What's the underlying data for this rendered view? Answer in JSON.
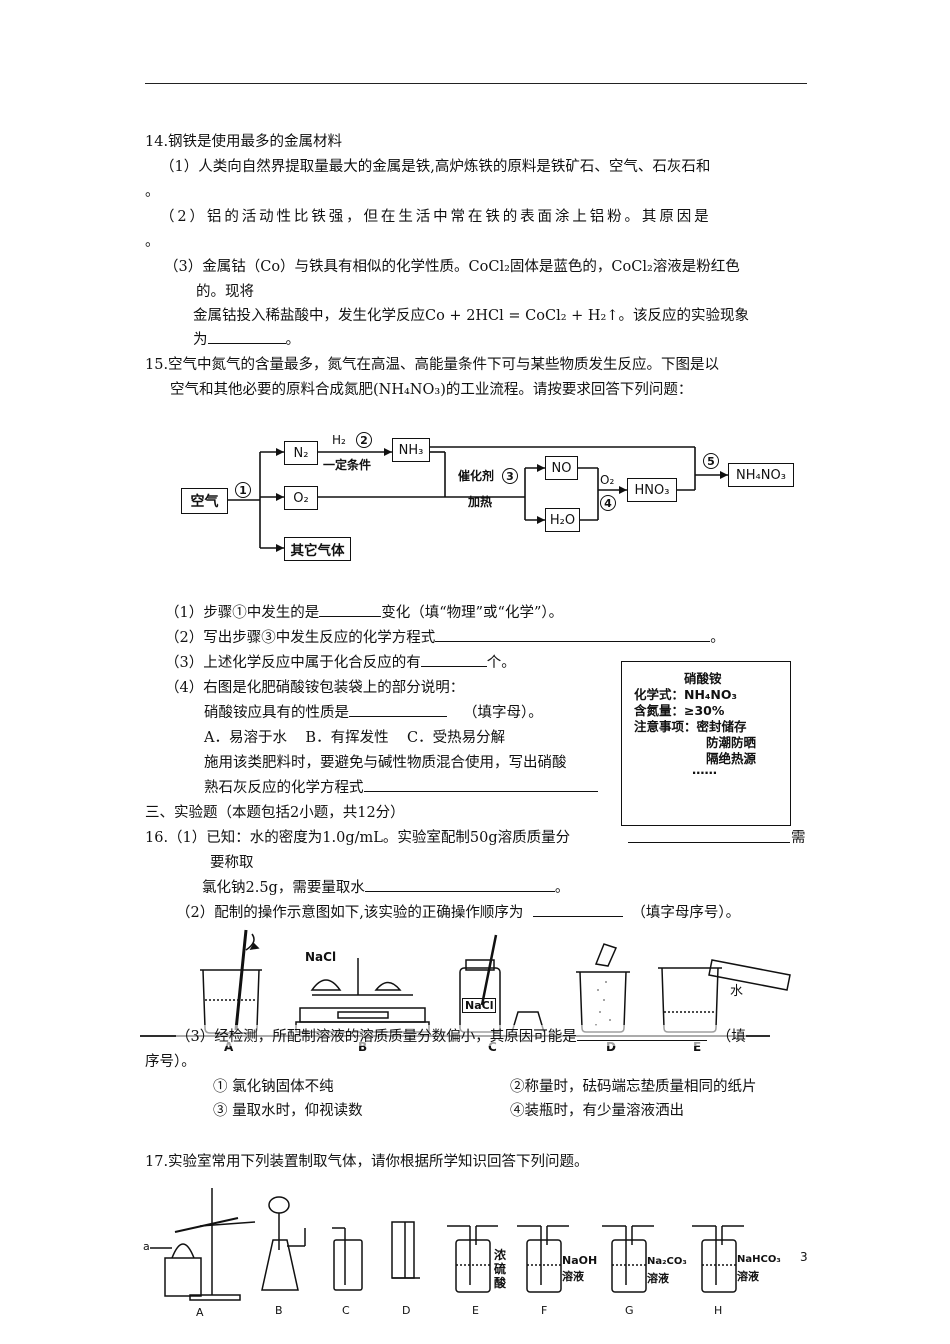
{
  "q14": {
    "title": "14.钢铁是使用最多的金属材料",
    "p1": "（1）人类向自然界提取量最大的金属是铁,高炉炼铁的原料是铁矿石、空气、石灰石和",
    "p1_end": "。",
    "p2": "（2）铝的活动性比铁强，但在生活中常在铁的表面涂上铝粉。其原因是",
    "p2_end": "。",
    "p3_a": "（3）金属钴（Co）与铁具有相似的化学性质。CoCl₂固体是蓝色的，CoCl₂溶液是粉红色",
    "p3_b": "的。现将",
    "p3_c": "金属钴投入稀盐酸中，发生化学反应Co + 2HCl = CoCl₂ + H₂↑。该反应的实验现象",
    "p3_d": "为",
    "p3_d_end": "。"
  },
  "q15": {
    "line1": "15.空气中氮气的含量最多，氮气在高温、高能量条件下可与某些物质发生反应。下图是以",
    "line2": "空气和其他必要的原料合成氮肥(NH₄NO₃)的工业流程。请按要求回答下列问题：",
    "flow": {
      "air": "空气",
      "n2": "N₂",
      "o2": "O₂",
      "other": "其它气体",
      "nh3": "NH₃",
      "no": "NO",
      "h2o": "H₂O",
      "hno3": "HNO₃",
      "nh4no3": "NH₄NO₃",
      "h2": "H₂",
      "cond": "一定条件",
      "catalyst": "催化剂",
      "heat": "加热",
      "o2_label": "O₂",
      "s1": "1",
      "s2": "2",
      "s3": "3",
      "s4": "4",
      "s5": "5"
    },
    "a1": "（1）步骤①中发生的是",
    "a1_end": "变化（填“物理”或“化学”）。",
    "a2": "（2）写出步骤③中发生反应的化学方程式",
    "a2_end": "。",
    "a3": "（3）上述化学反应中属于化合反应的有",
    "a3_end": "个。",
    "a4": "（4）右图是化肥硝酸铵包装袋上的部分说明：",
    "a4_b": "硝酸铵应具有的性质是",
    "a4_b_end": "（填字母）。",
    "a4_opts": "A．易溶于水    B．有挥发性    C．受热易分解",
    "a4_c": "施用该类肥料时，要避免与碱性物质混合使用，写出硝酸",
    "a4_d": "熟石灰反应的化学方程式",
    "label": {
      "title": "硝酸铵",
      "formula": "化学式：NH₄NO₃",
      "nitrogen": "含氮量：≥30%",
      "notes": "注意事项：密封储存",
      "note2": "防潮防晒",
      "note3": "隔绝热源",
      "dots": "……"
    }
  },
  "section3": "三、实验题（本题包括2小题，共12分）",
  "q16": {
    "l1": "16.（1）已知：水的密度为1.0g/mL。实验室配制50g溶质质量分",
    "l1_end": "需",
    "l2": "要称取",
    "l3": "氯化钠2.5g，需要量取水",
    "l3_end": "。",
    "l4": "（2）配制的操作示意图如下,该实验的正确操作顺序为",
    "l4_end": "（填字母序号）。",
    "fig": {
      "nacl1": "NaCl",
      "nacl2": "NaCl",
      "water": "水",
      "a": "A",
      "b": "B",
      "c": "C",
      "d": "D",
      "e": "E"
    },
    "l5": "（3）经检测，所配制溶液的溶质质量分数偏小，其原因可能是",
    "l5_end": "（填",
    "l6": "序号）。",
    "o1": "① 氯化钠固体不纯",
    "o2": "②称量时，砝码端忘垫质量相同的纸片",
    "o3": "③ 量取水时，仰视读数",
    "o4": "④装瓶时，有少量溶液洒出"
  },
  "q17": {
    "title": "17.实验室常用下列装置制取气体，请你根据所学知识回答下列问题。",
    "fig": {
      "a_label": "a",
      "e_text": "浓硫酸",
      "f_text1": "NaOH",
      "f_text2": "溶液",
      "g_text1": "Na₂CO₃",
      "g_text2": "溶液",
      "h_text1": "NaHCO₃",
      "h_text2": "溶液",
      "A": "A",
      "B": "B",
      "C": "C",
      "D": "D",
      "E": "E",
      "F": "F",
      "G": "G",
      "H": "H"
    }
  },
  "page_number": "3"
}
